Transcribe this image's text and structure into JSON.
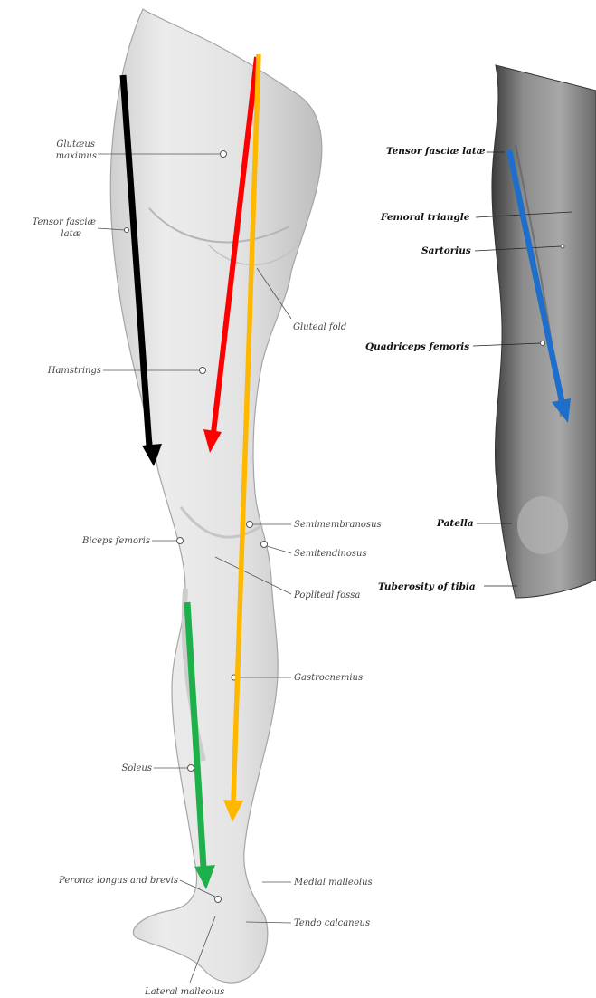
{
  "posterior_labels": {
    "glutaeus_line1": "Glutæus",
    "glutaeus_line2": "maximus",
    "tensor_line1": "Tensor fasciæ",
    "tensor_line2": "latæ",
    "hamstrings": "Hamstrings",
    "gluteal_fold": "Gluteal fold",
    "semimembranosus": "Semimembranosus",
    "semitendinosus": "Semitendinosus",
    "biceps_femoris": "Biceps femoris",
    "popliteal_fossa": "Popliteal fossa",
    "gastrocnemius": "Gastrocnemius",
    "soleus": "Soleus",
    "peronei": "Peronæ longus and brevis",
    "medial_malleolus": "Medial malleolus",
    "tendo_calcaneus": "Tendo calcaneus",
    "lateral_malleolus": "Lateral malleolus"
  },
  "anterior_labels": {
    "tensor_fasciae_latae": "Tensor fasciæ latæ",
    "femoral_triangle": "Femoral triangle",
    "sartorius": "Sartorius",
    "quadriceps_femoris": "Quadriceps femoris",
    "patella": "Patella",
    "tuberosity_of_tibia": "Tuberosity of tibia"
  },
  "arrow_colors": {
    "black": "#000000",
    "red": "#ff0000",
    "orange": "#ffb800",
    "green": "#1db04b",
    "blue": "#1e6fcb"
  }
}
